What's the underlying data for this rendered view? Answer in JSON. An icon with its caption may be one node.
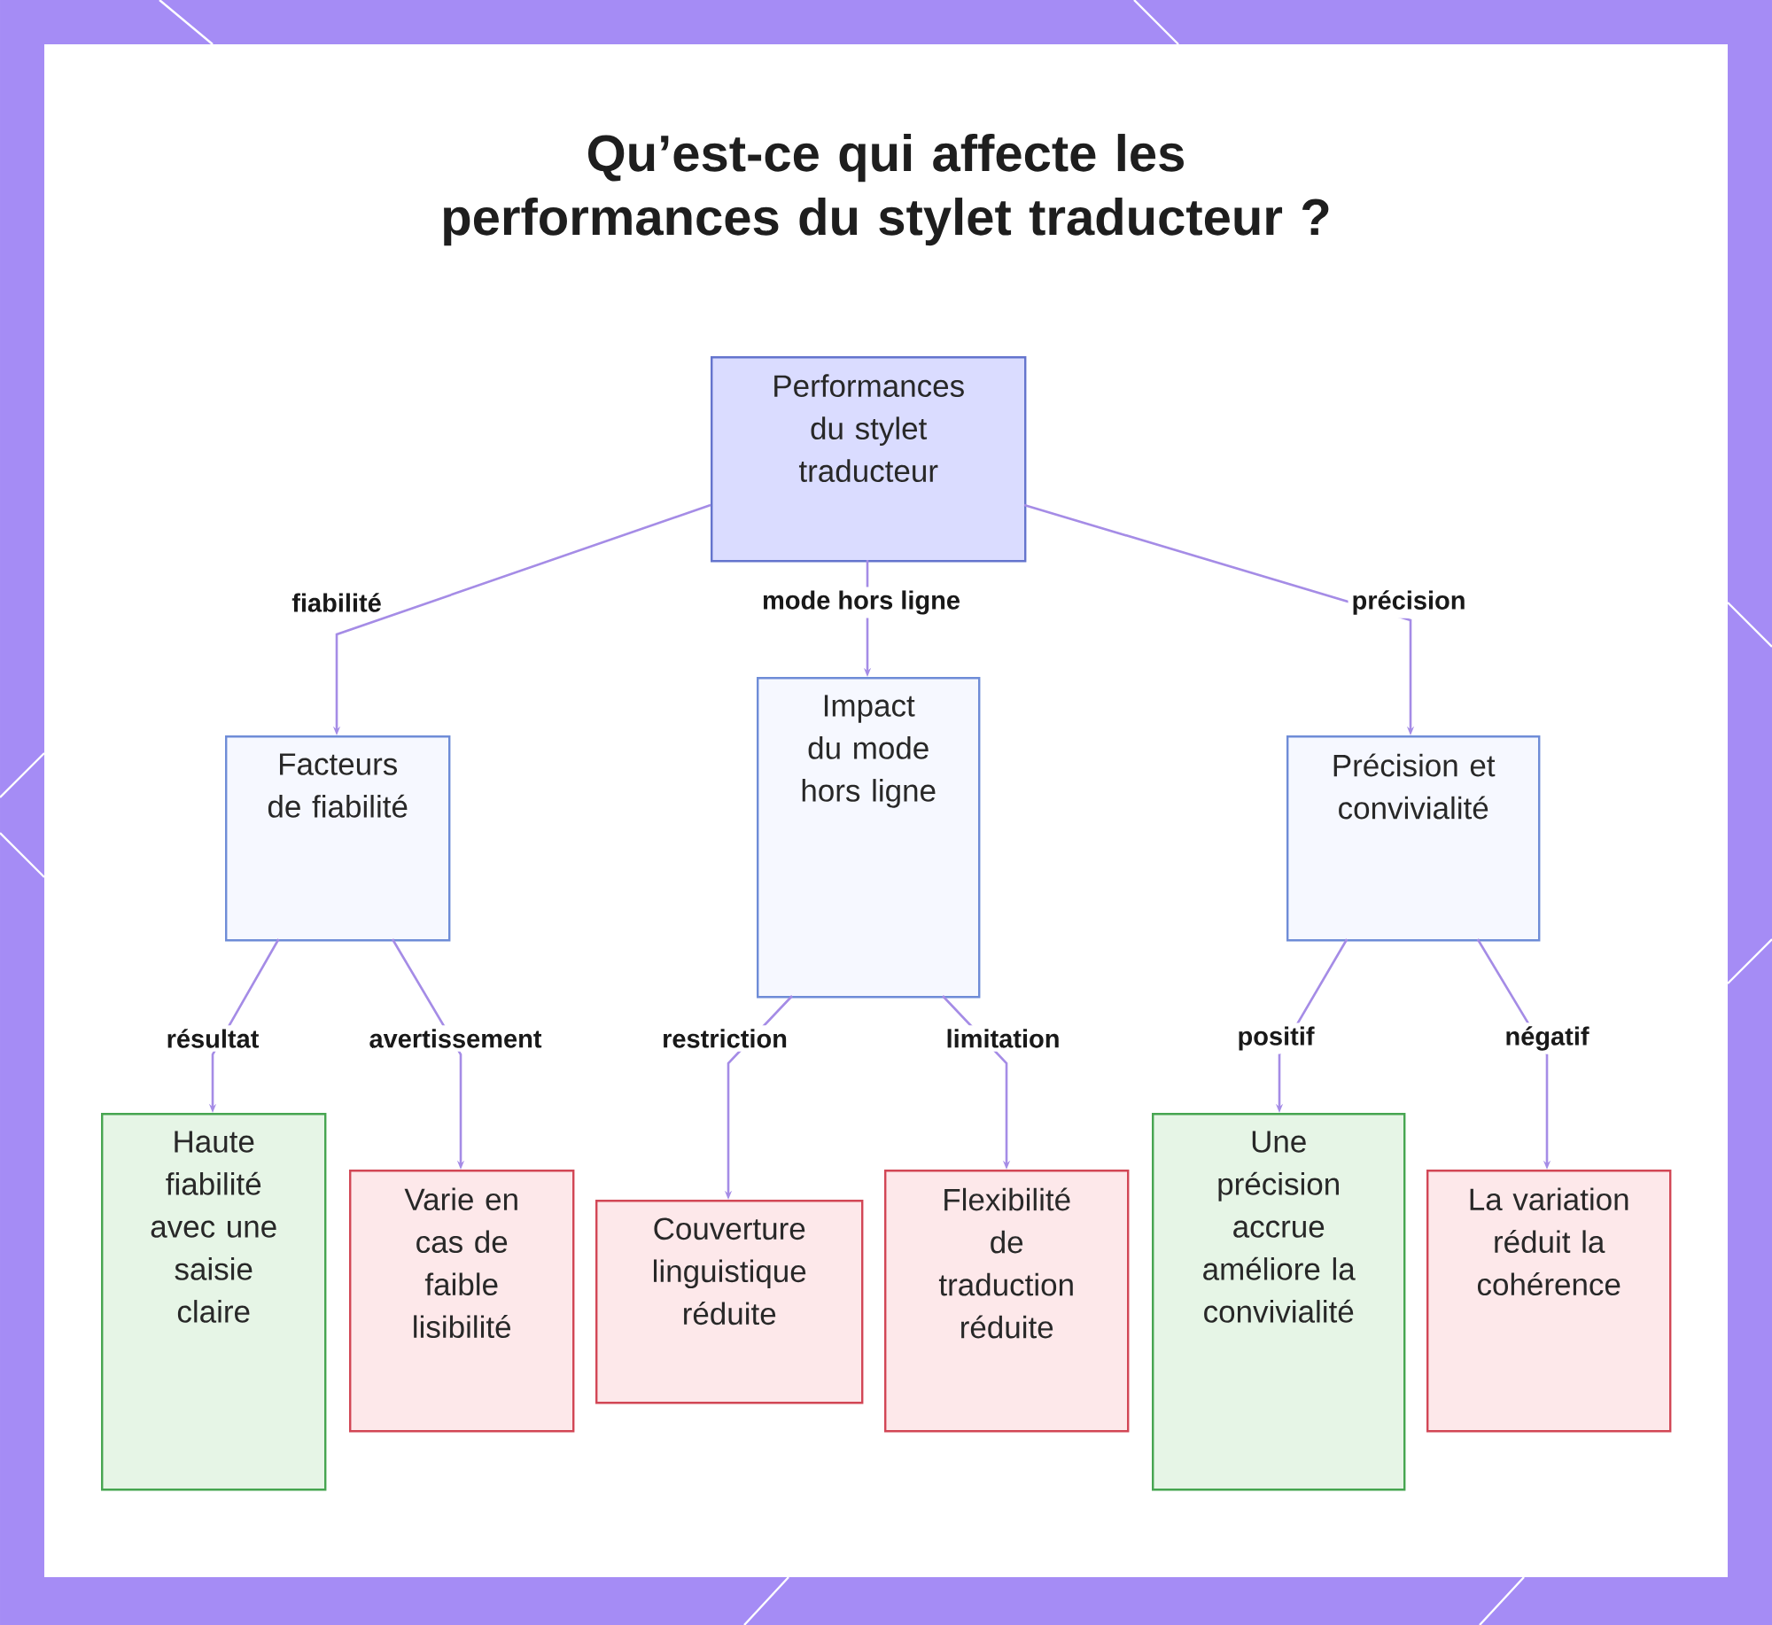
{
  "diagram": {
    "title": "Qu’est-ce qui affecte les performances du stylet traducteur ?",
    "nodes": [
      {
        "text": [
          "Performances du stylet traducteur"
        ]
      },
      {
        "text": [
          "Facteurs de fiabilité"
        ]
      },
      {
        "text": [
          "Impact du mode hors ligne"
        ]
      },
      {
        "text": [
          "Précision et convivialité"
        ]
      },
      {
        "text": [
          "Haute fiabilité avec une saisie claire"
        ]
      },
      {
        "text": [
          "Varie en cas de faible lisibilité"
        ]
      },
      {
        "text": [
          "Couverture linguistique réduite"
        ]
      },
      {
        "text": [
          "Flexibilité de traduction réduite"
        ]
      },
      {
        "text": [
          "Une précision accrue améliore la convivialité"
        ]
      },
      {
        "text": [
          "La variation réduit la cohérence"
        ]
      }
    ],
    "edges": [
      {
        "from": 0,
        "to": 1,
        "arrow": "to",
        "label": "fiabilité"
      },
      {
        "from": 0,
        "to": 2,
        "arrow": "to",
        "label": "mode hors ligne"
      },
      {
        "from": 0,
        "to": 3,
        "arrow": "to",
        "label": "précision"
      },
      {
        "from": 1,
        "to": 4,
        "arrow": "to",
        "label": "résultat"
      },
      {
        "from": 1,
        "to": 5,
        "arrow": "to",
        "label": "avertissement"
      },
      {
        "from": 2,
        "to": 6,
        "arrow": "to",
        "label": "restriction"
      },
      {
        "from": 2,
        "to": 7,
        "arrow": "to",
        "label": "limitation"
      },
      {
        "from": 3,
        "to": 8,
        "arrow": "to",
        "label": "positif"
      },
      {
        "from": 3,
        "to": 9,
        "arrow": "to",
        "label": "négatif"
      }
    ]
  }
}
